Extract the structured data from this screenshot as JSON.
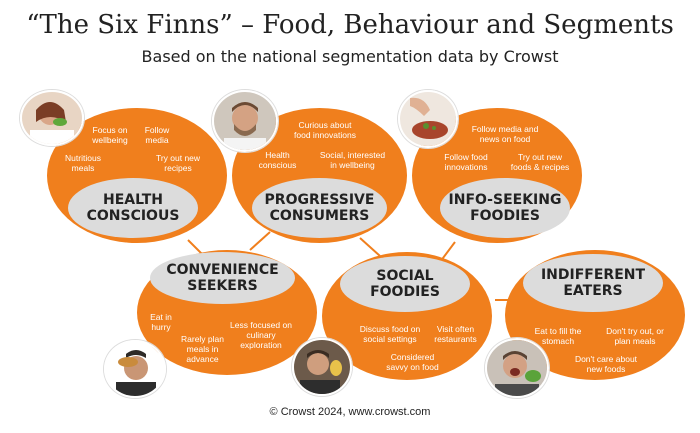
{
  "header": {
    "title": "“The Six Finns” – Food, Behaviour and Segments",
    "subtitle": "Based on the national segmentation data by Crowst"
  },
  "footer": {
    "credit": "© Crowst 2024, www.crowst.com"
  },
  "colors": {
    "segment_orange": "#f07f1d",
    "label_grey": "#dcdcdc",
    "text_dark": "#222222"
  },
  "segments": {
    "health_conscious": {
      "name": "HEALTH\nCONSCIOUS",
      "traits": [
        "Focus on\nwellbeing",
        "Follow\nmedia",
        "Nutritious\nmeals",
        "Try out new\nrecipes"
      ],
      "photo_icon": "woman-eating-salad-photo"
    },
    "progressive_consumers": {
      "name": "PROGRESSIVE\nCONSUMERS",
      "traits": [
        "Curious about\nfood innovations",
        "Health\nconscious",
        "Social, interested\nin wellbeing"
      ],
      "photo_icon": "smiling-man-photo"
    },
    "info_seeking_foodies": {
      "name": "INFO-SEEKING\nFOODIES",
      "traits": [
        "Follow media and\nnews on food",
        "Follow food\ninnovations",
        "Try out new\nfoods & recipes"
      ],
      "photo_icon": "hand-garnishing-food-photo"
    },
    "convenience_seekers": {
      "name": "CONVENIENCE\nSEEKERS",
      "traits": [
        "Eat in\nhurry",
        "Rarely plan\nmeals in\nadvance",
        "Less focused on\nculinary\nexploration"
      ],
      "photo_icon": "man-eating-burger-photo"
    },
    "social_foodies": {
      "name": "SOCIAL\nFOODIES",
      "traits": [
        "Discuss food on\nsocial settings",
        "Visit often\nrestaurants",
        "Considered\nsavvy on food"
      ],
      "photo_icon": "man-tasting-food-photo"
    },
    "indifferent_eaters": {
      "name": "INDIFFERENT\nEATERS",
      "traits": [
        "Eat to fill the\nstomach",
        "Don't try out, or\nplan meals",
        "Don't care about\nnew foods"
      ],
      "photo_icon": "man-biting-lettuce-photo"
    }
  }
}
